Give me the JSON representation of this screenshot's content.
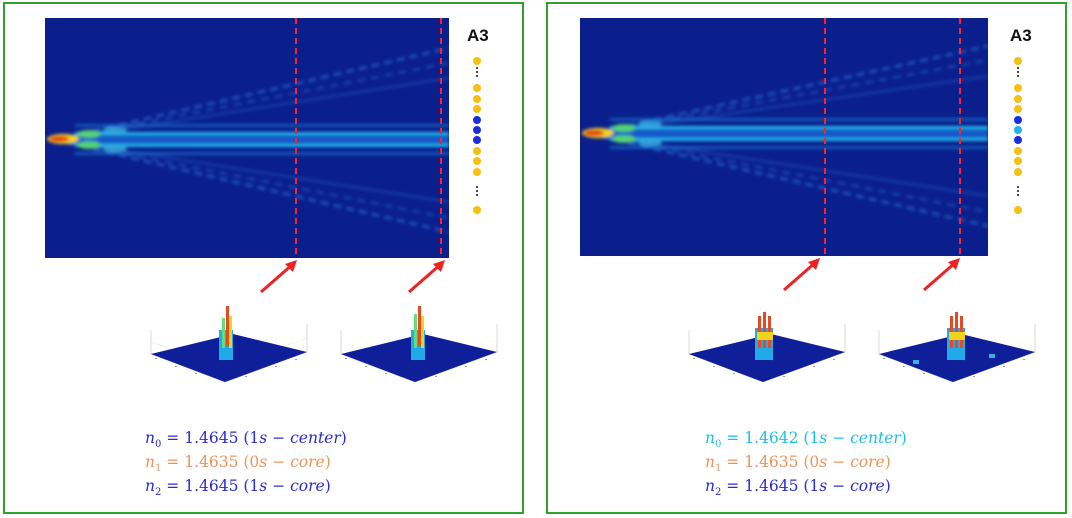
{
  "colors": {
    "frame": "#2ea12e",
    "heatmap_bg": "#0a1f8c",
    "dashed_line": "#ff2222",
    "arrow": "#ee2222",
    "dot_yellow": "#f5bf14",
    "dot_blue": "#1a2ee0",
    "dot_cyan": "#1fb3e8",
    "eq_blue": "#2a2ad6",
    "eq_orange": "#f0925a",
    "eq_cyan": "#1ac2e8"
  },
  "panels": [
    {
      "label": "A3",
      "dot_column": [
        "yellow",
        "vdots",
        "yellow",
        "yellow",
        "yellow",
        "blue",
        "blue",
        "blue",
        "yellow",
        "yellow",
        "yellow",
        "vdots",
        "yellow"
      ],
      "equations": [
        {
          "symbol": "n",
          "sub": "0",
          "value": "= 1.4645 (1",
          "state": "s",
          "dash": " − ",
          "region": "center",
          "close": ")",
          "color": "#2a2ad6"
        },
        {
          "symbol": "n",
          "sub": "1",
          "value": "= 1.4635 (0",
          "state": "s",
          "dash": " − ",
          "region": "core",
          "close": ")",
          "color": "#f0925a"
        },
        {
          "symbol": "n",
          "sub": "2",
          "value": "= 1.4645 (1",
          "state": "s",
          "dash": " − ",
          "region": "core",
          "close": ")",
          "color": "#2a2ad6"
        }
      ]
    },
    {
      "label": "A3",
      "dot_column": [
        "yellow",
        "vdots",
        "yellow",
        "yellow",
        "yellow",
        "blue",
        "cyan",
        "blue",
        "yellow",
        "yellow",
        "yellow",
        "vdots",
        "yellow"
      ],
      "equations": [
        {
          "symbol": "n",
          "sub": "0",
          "value": "= 1.4642 (1",
          "state": "s",
          "dash": " − ",
          "region": "center",
          "close": ")",
          "color": "#1ac2e8"
        },
        {
          "symbol": "n",
          "sub": "1",
          "value": "= 1.4635 (0",
          "state": "s",
          "dash": " − ",
          "region": "core",
          "close": ")",
          "color": "#f0925a"
        },
        {
          "symbol": "n",
          "sub": "2",
          "value": "= 1.4645 (1",
          "state": "s",
          "dash": " − ",
          "region": "core",
          "close": ")",
          "color": "#2a2ad6"
        }
      ]
    }
  ]
}
